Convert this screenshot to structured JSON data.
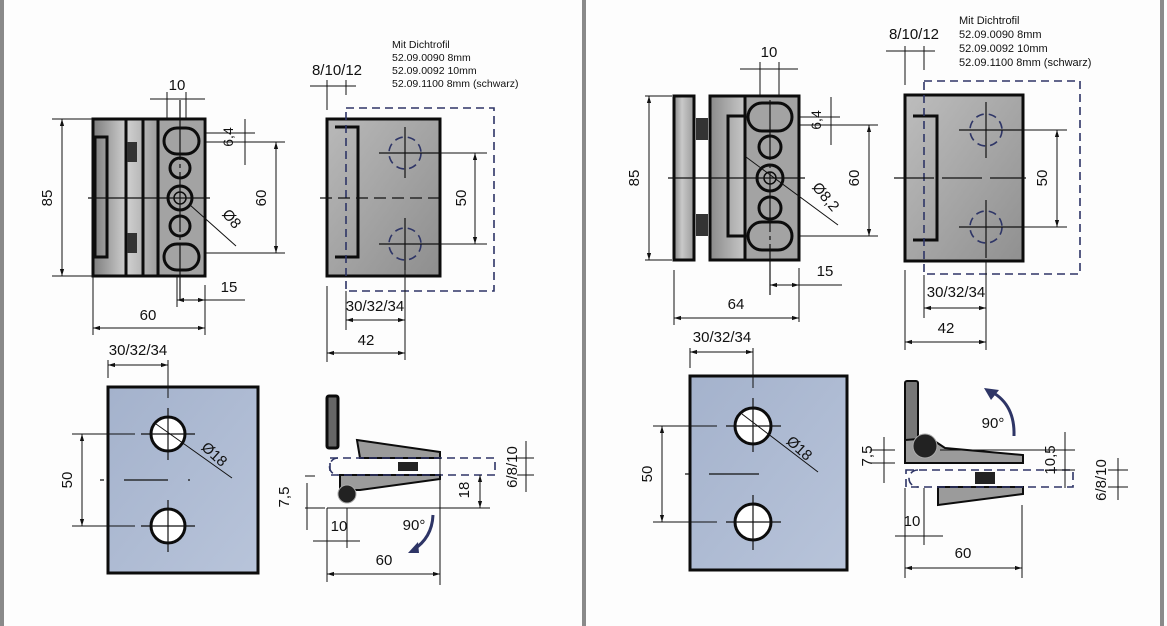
{
  "drawings": [
    {
      "id": "variant-a",
      "front_view": {
        "width_top": "10",
        "height": "85",
        "slot_height": "6,4",
        "hole_spacing": "60",
        "hole_diameter": "Ø8",
        "edge_offset": "15",
        "total_width": "60"
      },
      "side_view": {
        "glass_gap": "8/10/12",
        "seal_note": [
          "Mit Dichtrofil",
          "52.09.0090 8mm",
          "52.09.0092 10mm",
          "52.09.1100 8mm (schwarz)"
        ],
        "hole_spacing": "50",
        "glass_offset": "30/32/34",
        "depth": "42"
      },
      "glass_cutout": {
        "offset": "30/32/34",
        "hole_spacing": "50",
        "hole_diameter": "Ø18"
      },
      "top_view": {
        "pivot_offset": "7,5",
        "leaf_width": "10",
        "height_18": "18",
        "glass_thickness": "6/8/10",
        "rotation": "90°",
        "length": "60"
      }
    },
    {
      "id": "variant-b",
      "front_view": {
        "width_top": "10",
        "height": "85",
        "slot_height": "6,4",
        "hole_spacing": "60",
        "hole_diameter": "Ø8,2",
        "edge_offset": "15",
        "total_width": "64"
      },
      "side_view": {
        "glass_gap": "8/10/12",
        "seal_note": [
          "Mit Dichtrofil",
          "52.09.0090 8mm",
          "52.09.0092 10mm",
          "52.09.1100 8mm (schwarz)"
        ],
        "hole_spacing": "50",
        "glass_offset": "30/32/34",
        "depth": "42"
      },
      "glass_cutout": {
        "offset": "30/32/34",
        "hole_spacing": "50",
        "hole_diameter": "Ø18"
      },
      "top_view": {
        "pivot_offset": "7,5",
        "leaf_width": "10",
        "offset_10_5": "10,5",
        "glass_thickness": "6/8/10",
        "rotation": "90°",
        "length": "60"
      }
    }
  ],
  "colors": {
    "outline": "#0c0c0c",
    "seal_dashed": "#2e3566",
    "glass_fill": "#aebbd3",
    "metal_fill": "#a9a9a9",
    "arrow": "#2e3566",
    "divider": "#8a8a8a"
  }
}
